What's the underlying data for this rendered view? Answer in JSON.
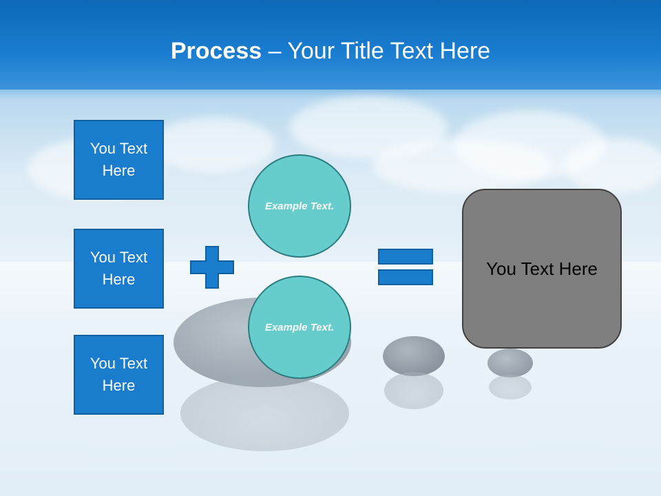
{
  "slide": {
    "title_bold": "Process",
    "title_rest": " – Your Title Text Here",
    "left_boxes": [
      "You Text Here",
      "You Text Here",
      "You Text Here"
    ],
    "circles": [
      "Example Text.",
      "Example Text."
    ],
    "result_box": "You Text Here"
  },
  "colors": {
    "header": "#0d68b8",
    "box_fill": "#1a7ccc",
    "circle_fill": "#66cccc",
    "result_fill": "#7f7f7f"
  },
  "icons": {
    "plus": "plus-icon",
    "equals": "equals-icon"
  }
}
